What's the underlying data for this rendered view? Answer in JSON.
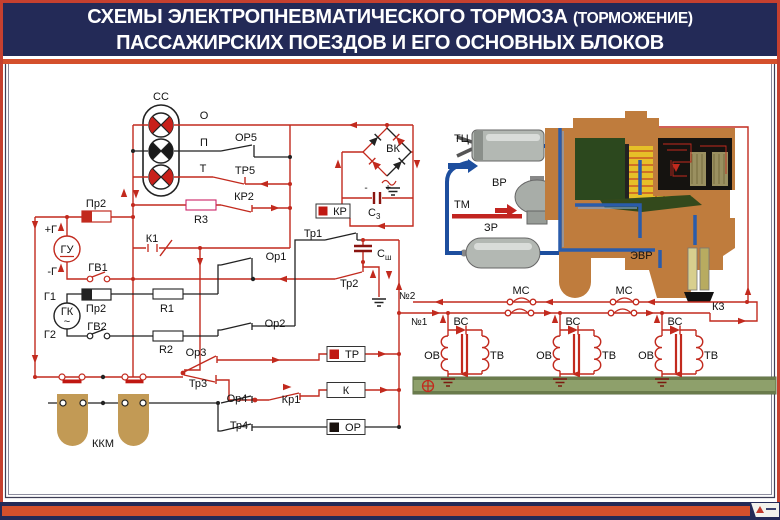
{
  "header": {
    "title_main": "СХЕМЫ ЭЛЕКТРОПНЕВМАТИЧЕСКОГО ТОРМОЗА",
    "title_paren": "(ТОРМОЖЕНИЕ)",
    "title_line2": "ПАССАЖИРСКИХ ПОЕЗДОВ И ЕГО ОСНОВНЫХ БЛОКОВ"
  },
  "colors": {
    "navy": "#232a57",
    "orange": "#d4502c",
    "wire_red": "#c22a1e",
    "wire_black": "#222222",
    "lamp_red": "#c8201a",
    "cam_tan": "#c29a55",
    "rail_green": "#8ea06b",
    "evr_body": "#bf7c3d",
    "pipe_blue": "#1d4e9e",
    "coil_yellow": "#e6c028",
    "block_green": "#2c481e"
  },
  "schematic": {
    "labels": {
      "ss": "СС",
      "o": "О",
      "p": "П",
      "t": "Т",
      "or5": "ОР5",
      "tr5": "ТР5",
      "kr2": "КР2",
      "r3": "R3",
      "pr2_top": "Пр2",
      "plus_g": "+Г",
      "gu": "ГУ",
      "minus_g": "-Г",
      "gv1": "ГВ1",
      "g1": "Г1",
      "pr2_bot": "Пр2",
      "gk": "ГК",
      "gk_wave": "~",
      "g2": "Г2",
      "gv2": "ГВ2",
      "r1": "R1",
      "r2": "R2",
      "k1": "К1",
      "tr1": "Тр1",
      "or1": "Ор1",
      "tr2": "Тр2",
      "or2": "Ор2",
      "or3": "Ор3",
      "tr3": "Тр3",
      "or4": "Ор4",
      "kr1": "Кр1",
      "tr4": "Тр4",
      "kkm": "ККМ",
      "c_sh_base": "С",
      "c_sh_sub": "ш",
      "vk": "ВК",
      "c3_base": "С",
      "c3_sub": "3",
      "c3_minus": "-",
      "c3_plus": "+",
      "kr_relay": "КР",
      "tr_relay": "ТР",
      "k_relay": "К",
      "or_relay": "ОР"
    }
  },
  "evr": {
    "tc": "ТЦ",
    "vr": "ВР",
    "tm": "ТМ",
    "zr": "ЗР",
    "evr": "ЭВР"
  },
  "rail": {
    "n2": "№2",
    "n1": "№1",
    "ms": "МС",
    "k3": "К3",
    "vs": "ВС",
    "ov": "ОВ",
    "tv": "ТВ"
  }
}
